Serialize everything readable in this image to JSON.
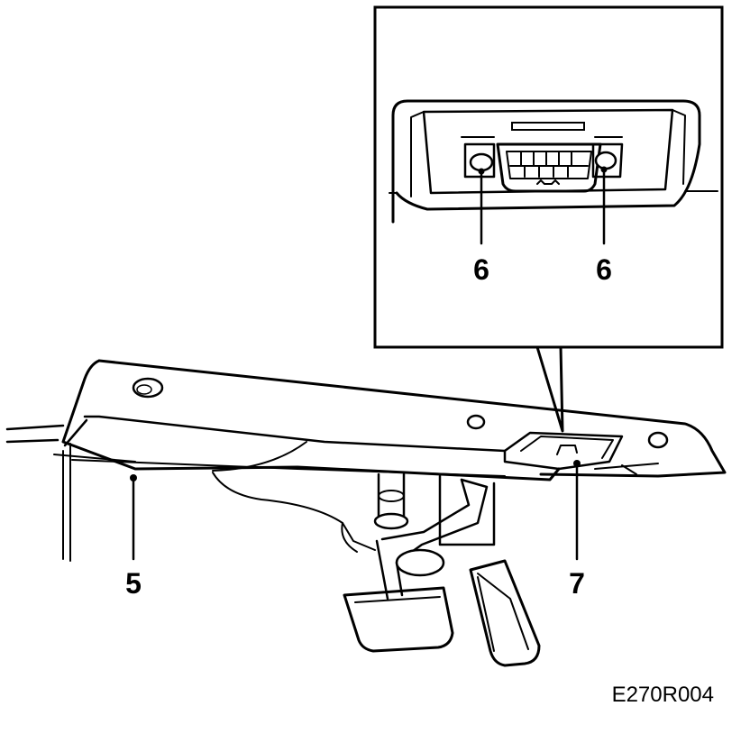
{
  "figure": {
    "code": "E270R004",
    "callouts": {
      "left_clip": "6",
      "right_clip": "6",
      "panel": "5",
      "connector_location": "7"
    }
  },
  "colors": {
    "ink": "#000000",
    "paper": "#ffffff"
  }
}
